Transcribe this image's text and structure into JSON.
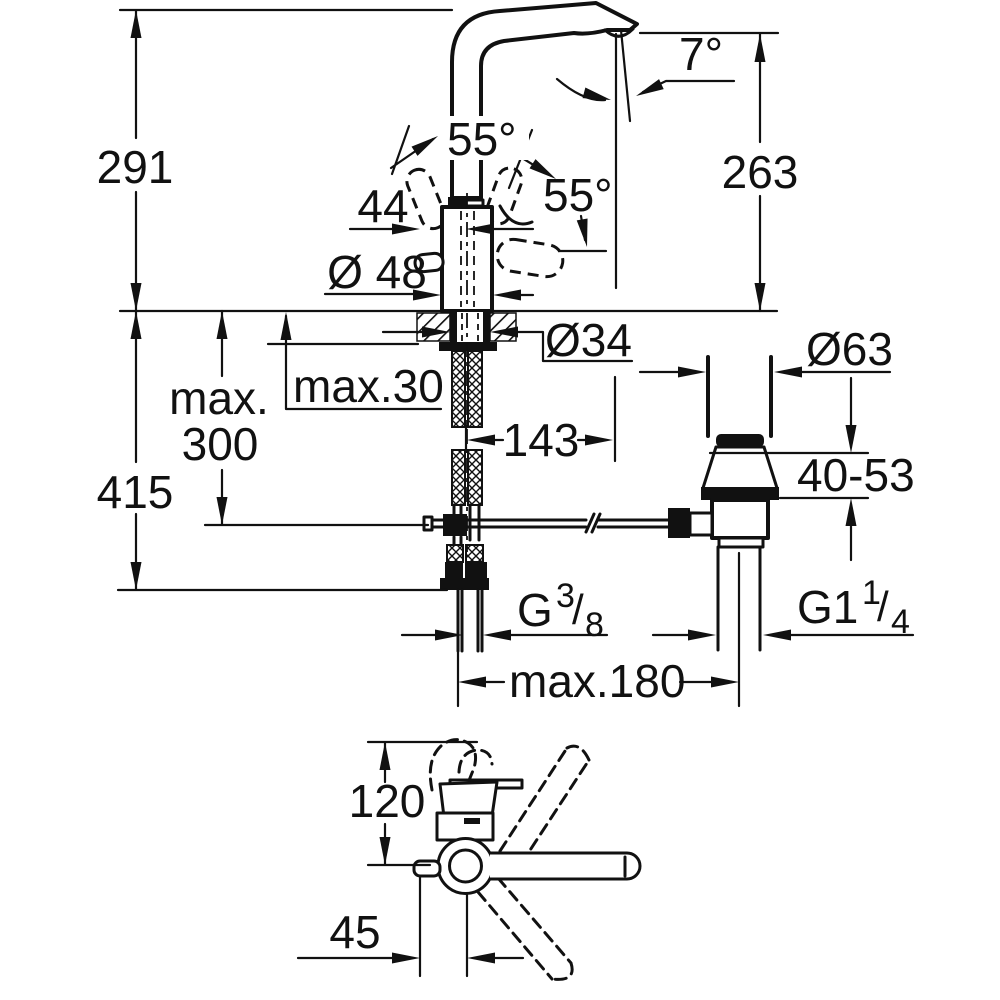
{
  "drawing": {
    "subject": "single-lever basin mixer with pop-up waste - dimensional drawing",
    "units": "mm",
    "background_color": "#ffffff",
    "line_color": "#111111"
  },
  "front_view": {
    "height_to_top": "291",
    "outlet_height": "263",
    "outlet_angle": "7°",
    "lever_angle_left": "55°",
    "lever_angle_right": "55°",
    "lever_offset": "44",
    "body_diameter": "Ø 48",
    "deck_hole_diameter": "Ø34",
    "deck_thickness": "max.30",
    "below_deck_line1": "max.",
    "below_deck_line2": "300",
    "total_depth": "415",
    "spout_reach": "143",
    "waste_diameter": "Ø63",
    "basin_thickness_range": "40-53",
    "supply_thread": {
      "base": "G",
      "numerator": "3",
      "slash": "/",
      "denominator": "8"
    },
    "waste_thread": {
      "base": "G1",
      "numerator": "1",
      "slash": "/",
      "denominator": "4"
    },
    "max_spacing": "max.180"
  },
  "top_view": {
    "body_depth": "120",
    "rod_offset": "45"
  }
}
